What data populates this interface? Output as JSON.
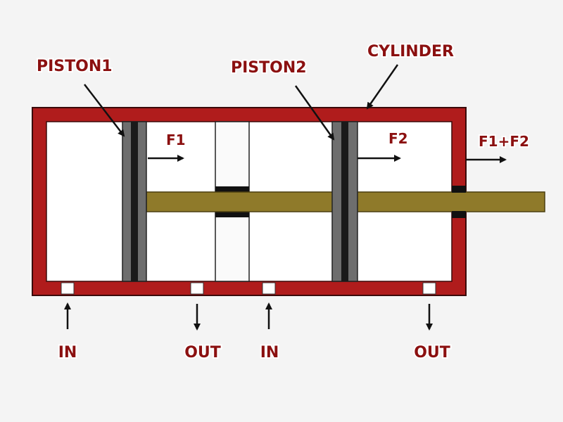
{
  "labels": {
    "piston1": "PISTON1",
    "piston2": "PISTON2",
    "cylinder": "CYLINDER",
    "f1": "F1",
    "f2": "F2",
    "f1f2": "F1+F2"
  },
  "ports": [
    {
      "label": "IN",
      "direction": "in"
    },
    {
      "label": "OUT",
      "direction": "out"
    },
    {
      "label": "IN",
      "direction": "in"
    },
    {
      "label": "OUT",
      "direction": "out"
    }
  ],
  "colors": {
    "cylinder_wall": "#b01c1c",
    "wall_outline": "#3a0a0a",
    "chamber": "#ffffff",
    "piston_face": "#6e6e6e",
    "piston_core": "#1a1a1a",
    "rod": "#8f7a2a",
    "rod_outline": "#4a3e10",
    "label_text": "#8b1010",
    "arrow": "#111111"
  }
}
